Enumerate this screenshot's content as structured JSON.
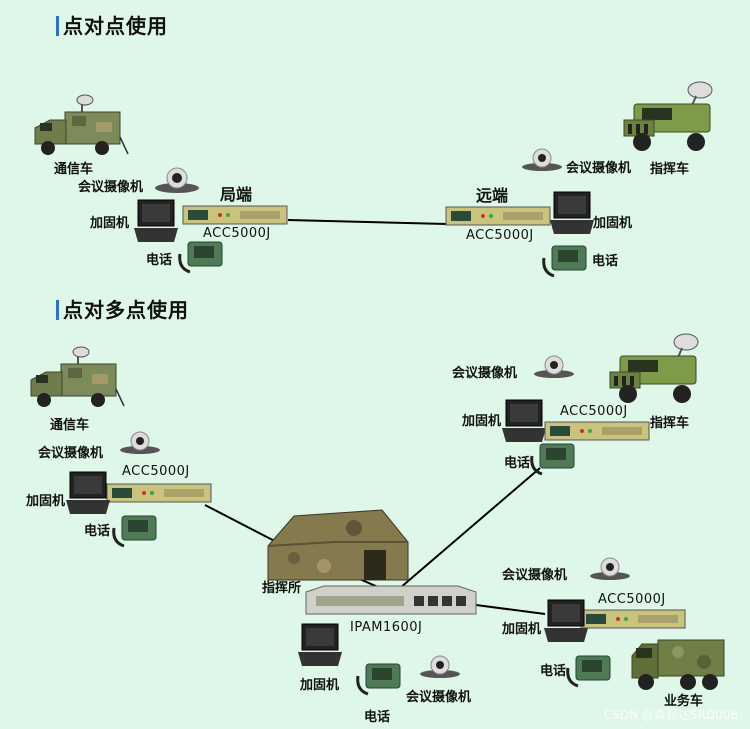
{
  "sections": {
    "p2p_title": "点对点使用",
    "p2mp_title": "点对多点使用"
  },
  "labels": {
    "comm_vehicle": "通信车",
    "conf_camera": "会议摄像机",
    "rugged_pc": "加固机",
    "phone": "电话",
    "local_end": "局端",
    "remote_end": "远端",
    "acc_model": "ACC5000J",
    "command_vehicle": "指挥车",
    "command_post": "指挥所",
    "ipam_model": "IPAM1600J",
    "service_vehicle": "业务车"
  },
  "watermark": "CSDN @森润达SRD008"
}
